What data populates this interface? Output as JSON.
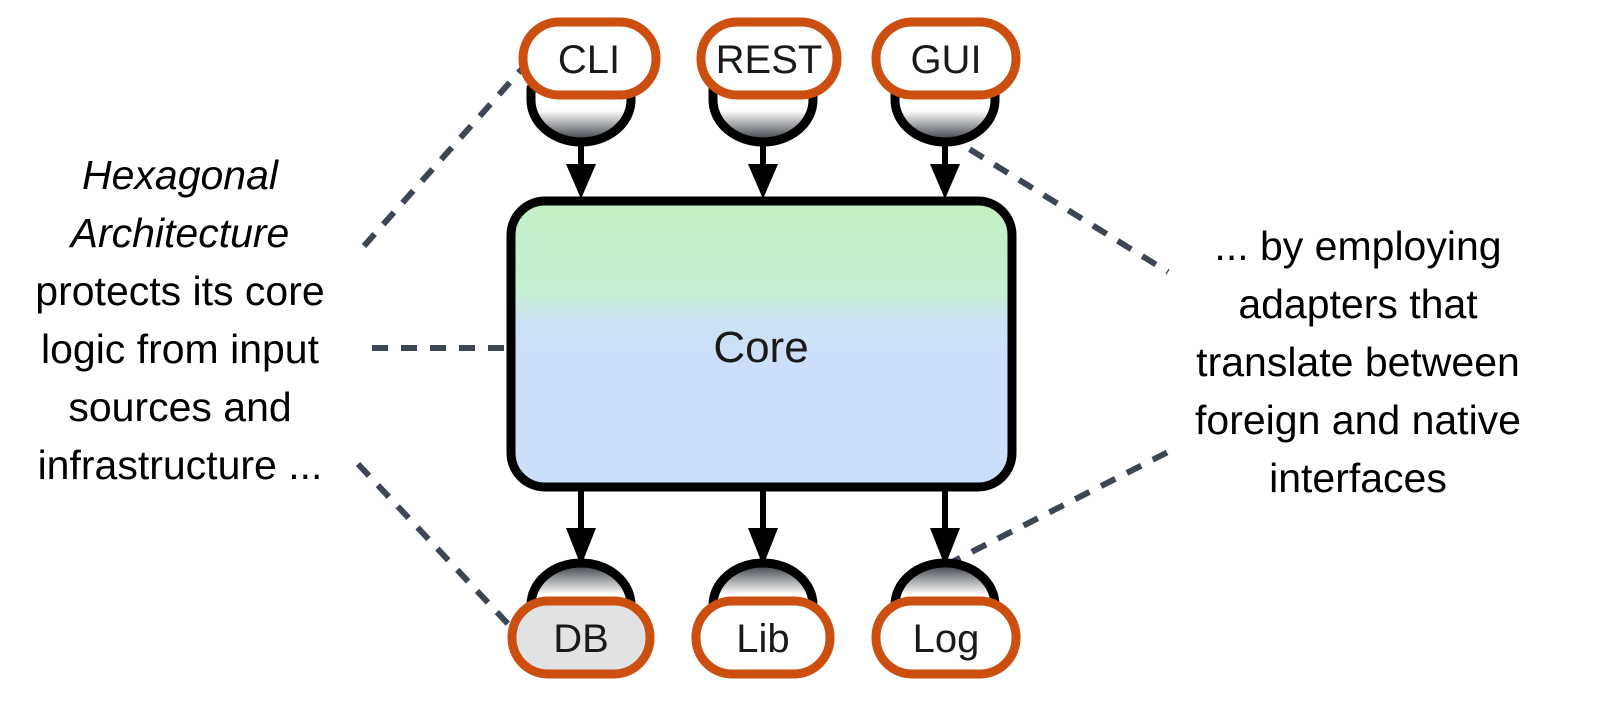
{
  "diagram": {
    "title": "Hexagonal Architecture",
    "type": "architecture-diagram",
    "background_color": "#ffffff",
    "palette": {
      "port_stroke": "#cc4f10",
      "adapter_stroke": "#000000",
      "adapter_gradient_light": "#ffffff",
      "adapter_gradient_dark": "#3a3f47",
      "core_stroke": "#000000",
      "core_gradient_top": "#c3f0c3",
      "core_gradient_bottom": "#ccdffa",
      "arrow_color": "#000000",
      "annotation_line_color": "#3d4654",
      "db_fill": "#e0e2e4",
      "port_fill": "#ffffff",
      "text_color": "#000000"
    }
  },
  "core": {
    "label": "Core",
    "font_size": 44,
    "fill_top": "#c3f0c3",
    "fill_bottom": "#ccdffa"
  },
  "driving_ports": [
    {
      "id": "cli",
      "label": "CLI",
      "fill": "#ffffff"
    },
    {
      "id": "rest",
      "label": "REST",
      "fill": "#ffffff"
    },
    {
      "id": "gui",
      "label": "GUI",
      "fill": "#ffffff"
    }
  ],
  "driven_ports": [
    {
      "id": "db",
      "label": "DB",
      "fill": "#e0e2e4"
    },
    {
      "id": "lib",
      "label": "Lib",
      "fill": "#ffffff"
    },
    {
      "id": "log",
      "label": "Log",
      "fill": "#ffffff"
    }
  ],
  "adapters": {
    "inbound_count": 3,
    "outbound_count": 3,
    "orientation_top": "dark-bottom",
    "orientation_bottom": "dark-top"
  },
  "annotations": {
    "left": {
      "id": "left-annotation",
      "emphasis": "Hexagonal Architecture",
      "lines": [
        "Hexagonal",
        "Architecture",
        "protects its core",
        "logic from input",
        "sources and",
        "infrastructure ..."
      ],
      "full_text": "Hexagonal Architecture protects its core logic from input sources and infrastructure ...",
      "align": "center"
    },
    "right": {
      "id": "right-annotation",
      "lines": [
        "... by employing",
        "adapters that",
        "translate between",
        "foreign and native",
        "interfaces"
      ],
      "full_text": "... by employing adapters that translate between foreign and native interfaces",
      "align": "center"
    }
  },
  "connectors": {
    "arrows_in": [
      "cli-to-core",
      "rest-to-core",
      "gui-to-core"
    ],
    "arrows_out": [
      "core-to-db",
      "core-to-lib",
      "core-to-log"
    ],
    "leader_lines": [
      "left-annotation-to-cli",
      "left-annotation-to-core",
      "left-annotation-to-db",
      "right-annotation-to-gui",
      "right-annotation-to-log"
    ]
  }
}
